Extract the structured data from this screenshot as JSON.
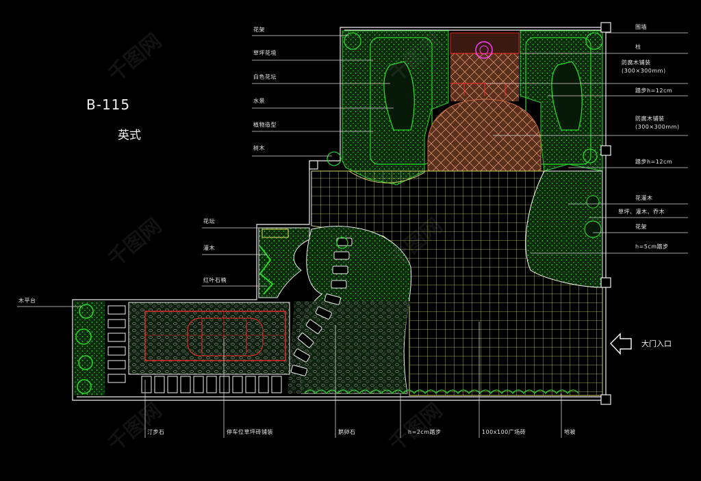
{
  "drawing": {
    "code": "B-115",
    "style": "英式",
    "entrance_label": "大门入口"
  },
  "labels_left": [
    "花架",
    "草坪花境",
    "白色花坛",
    "水景",
    "植物造型",
    "树木"
  ],
  "labels_mid_left": [
    "花坛",
    "灌木",
    "红叶石楠"
  ],
  "label_far_left": "木平台",
  "labels_right": [
    "围墙",
    "柱",
    "防腐木铺装\n(300×300mm)",
    "踏步h=12cm",
    "防腐木铺装\n(300×300mm)",
    "踏步h=12cm",
    "花灌木",
    "草坪、灌木、乔木",
    "花架",
    "h=5cm踏步"
  ],
  "labels_bottom": [
    "汀步石",
    "停车位草坪砖铺装",
    "鹅卵石",
    "h=2cm踏步",
    "100x100广场砖",
    "地被"
  ],
  "watermark": "千图网",
  "colors": {
    "background": "#000000",
    "green": "#2bd62b",
    "outline": "#f0f0f0",
    "yellow": "#e8e85a",
    "red": "#ff2a2a",
    "magenta": "#ff3cff",
    "brown": "#6b3a22"
  }
}
